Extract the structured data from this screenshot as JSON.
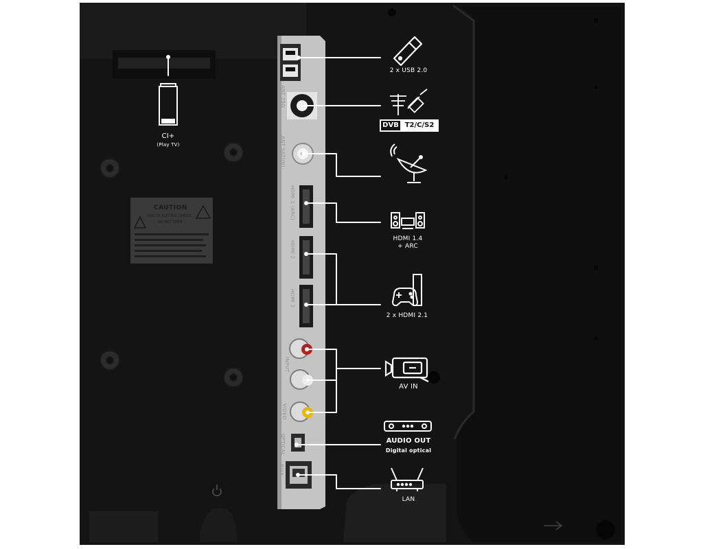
{
  "labels": {
    "usb": "2 x USB 2.0",
    "dvb_mark": "DVB",
    "dvb_sub": "T2/C/S2",
    "ci_main": "CI+",
    "ci_sub": "(Play TV)",
    "hdmi_arc_l1": "HDMI 1.4",
    "hdmi_arc_l2": "+ ARC",
    "hdmi_21": "2 x HDMI 2.1",
    "av_in": "AV IN",
    "audio_out_l1": "AUDIO OUT",
    "audio_out_l2": "Digital optical",
    "lan": "LAN"
  },
  "caution_plate": {
    "title": "CAUTION",
    "line1": "RISK OF ELECTRIC SHOCK",
    "line2": "DO NOT OPEN"
  },
  "panel_text": {
    "ant": "ANT 75Ω",
    "sat": "ANT SAT(IN)",
    "hdmi1": "HDMI 1 (ARC)",
    "hdmi2": "HDMI 2",
    "hdmi3": "HDMI 3",
    "input": "INPUT",
    "video": "VIDEO",
    "optical": "OPTICAL",
    "rj45": "RJ45"
  },
  "icons": [
    "usb-stick-icon",
    "antenna-icon",
    "satellite-dish-icon",
    "home-theater-icon",
    "game-console-icon",
    "camcorder-icon",
    "soundbar-icon",
    "router-icon",
    "ci-card-icon",
    "power-icon"
  ],
  "colors": {
    "tv_back": "#141414",
    "panel": "#c9c9c9",
    "line": "#ffffff",
    "audio_red": "#b32020",
    "video_yellow": "#e6b800"
  }
}
